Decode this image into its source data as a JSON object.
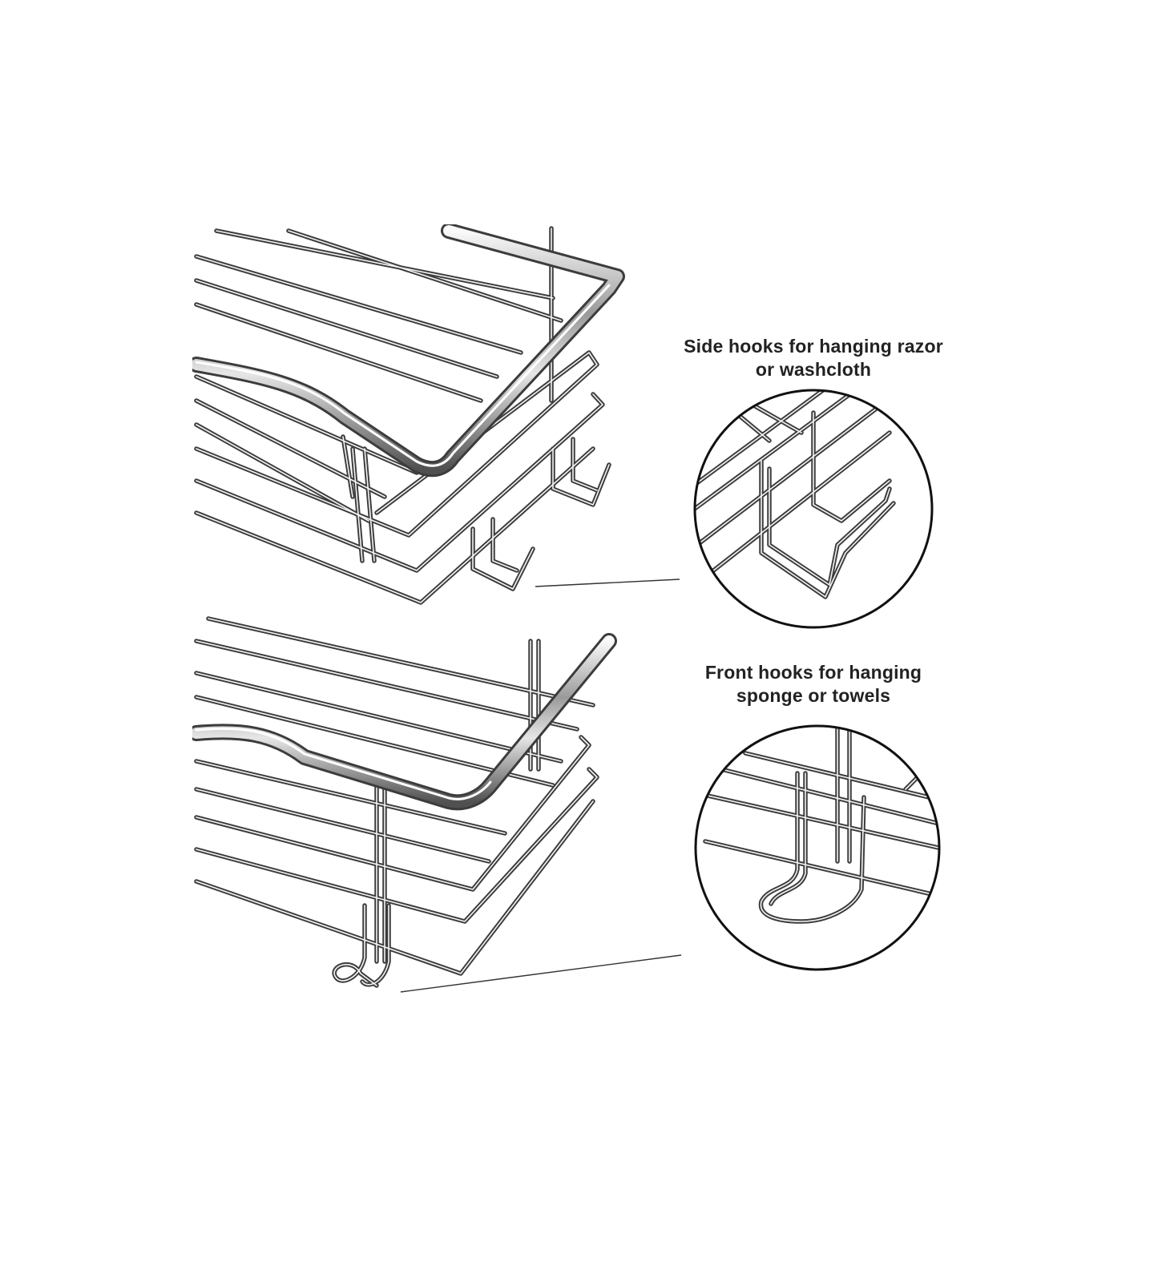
{
  "callouts": [
    {
      "lines": [
        "Side hooks for hanging razor",
        "or washcloth"
      ]
    },
    {
      "lines": [
        "Front hooks for hanging",
        "sponge or towels"
      ]
    }
  ],
  "colors": {
    "background": "#ffffff",
    "text": "#222222",
    "circle_outline": "#111111",
    "wire_dark": "#3c3c3c",
    "wire_highlight": "#f4f4f4",
    "leader_line": "#333333"
  },
  "icons": [
    "basket-rack-icon",
    "side-hook-icon",
    "front-hook-icon"
  ]
}
